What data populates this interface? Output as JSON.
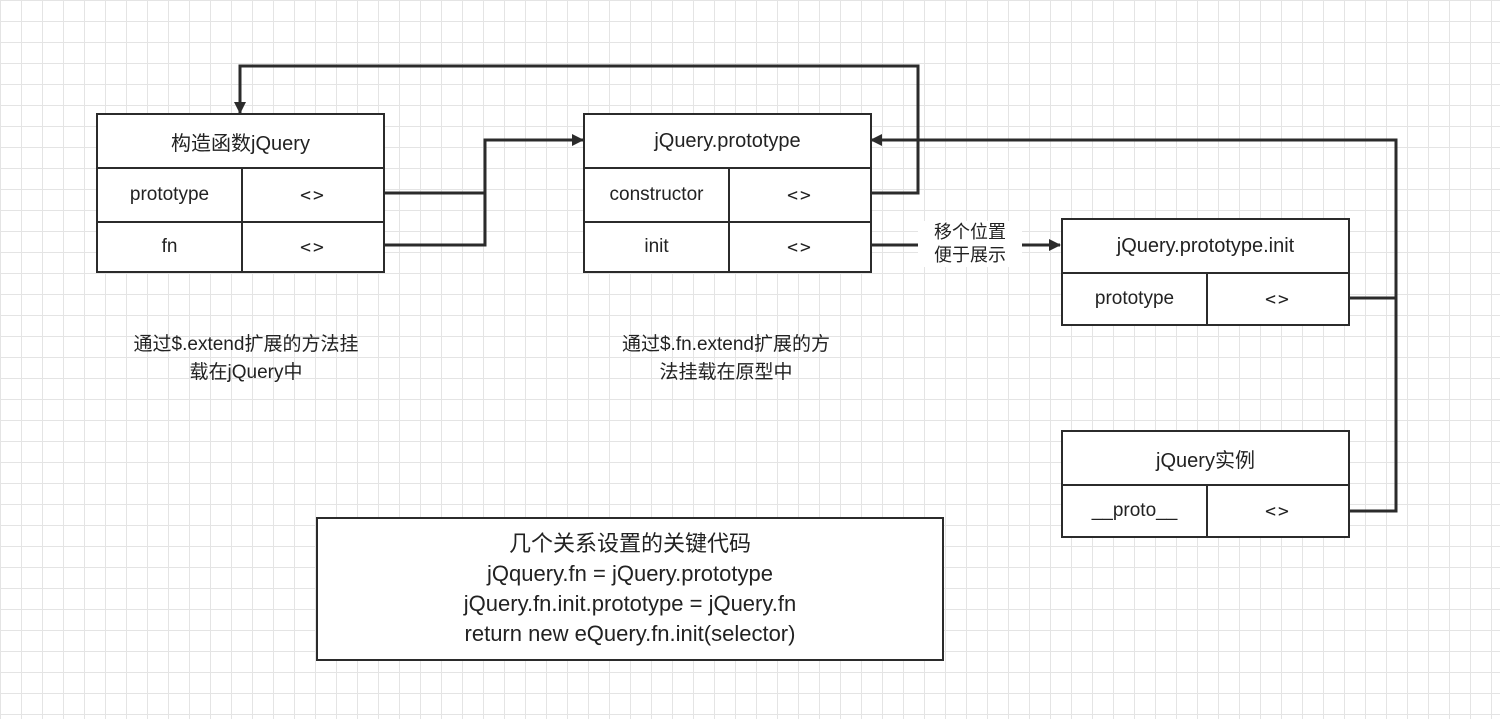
{
  "boxes": {
    "constructor_fn": {
      "title": "构造函数jQuery",
      "rows": [
        {
          "key": "prototype",
          "value": "<>"
        },
        {
          "key": "fn",
          "value": "<>"
        }
      ]
    },
    "jquery_prototype": {
      "title": "jQuery.prototype",
      "rows": [
        {
          "key": "constructor",
          "value": "<>"
        },
        {
          "key": "init",
          "value": "<>"
        }
      ]
    },
    "prototype_init": {
      "title": "jQuery.prototype.init",
      "rows": [
        {
          "key": "prototype",
          "value": "<>"
        }
      ]
    },
    "instance": {
      "title": "jQuery实例",
      "rows": [
        {
          "key": "__proto__",
          "value": "<>"
        }
      ]
    }
  },
  "edge_label": {
    "line1": "移个位置",
    "line2": "便于展示"
  },
  "notes": {
    "left_line1": "通过$.extend扩展的方法挂",
    "left_line2": "载在jQuery中",
    "middle_line1": "通过$.fn.extend扩展的方",
    "middle_line2": "法挂载在原型中"
  },
  "code": {
    "title": "几个关系设置的关键代码",
    "line1": "jQquery.fn = jQuery.prototype",
    "line2": "jQuery.fn.init.prototype = jQuery.fn",
    "line3": "return new eQuery.fn.init(selector)"
  },
  "colors": {
    "stroke": "#2b2b2b",
    "grid": "#e4e4e4",
    "background": "#ffffff"
  }
}
